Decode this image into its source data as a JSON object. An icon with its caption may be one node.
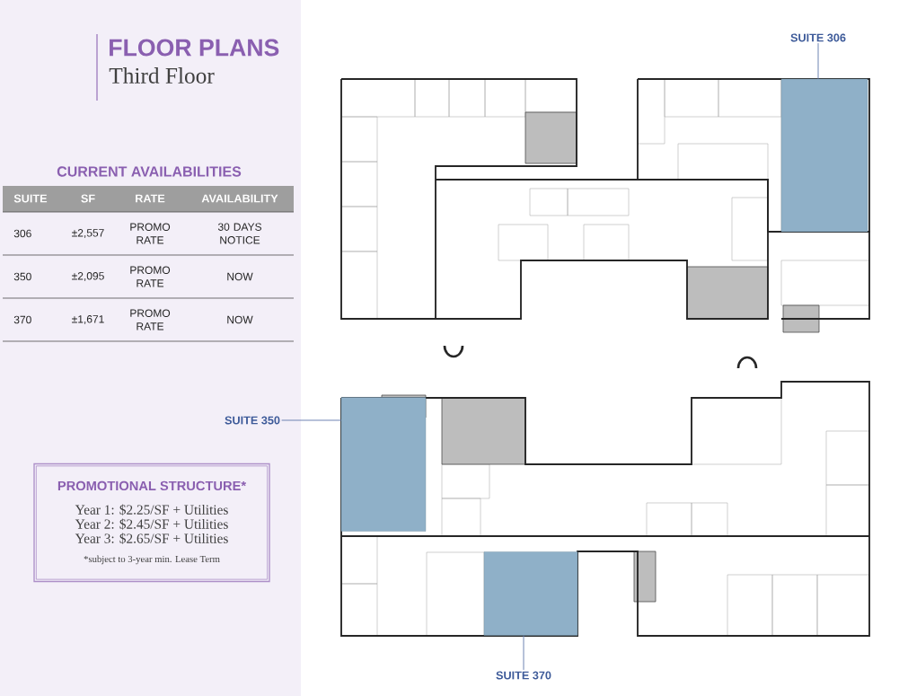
{
  "diagram": {
    "title": "FLOOR PLANS",
    "nodes": [
      {
        "text": [
          "SUITE 306"
        ]
      },
      {
        "text": [],
        "shape": "box"
      },
      {
        "text": [
          "SUITE 350"
        ]
      },
      {
        "text": [],
        "shape": "box"
      },
      {
        "text": [
          "SUITE 370"
        ]
      },
      {
        "text": [],
        "shape": "box"
      },
      {
        "text": [
          "PROMOTIONAL STRUCTURE*",
          "Year 1: $2.25/SF + Utilities",
          "Year 2: $2.45/SF + Utilities",
          "Year 3: $2.65/SF + Utilities",
          "*subject to 3-year min. Lease Term"
        ]
      }
    ],
    "edges": [
      {
        "from": 0,
        "to": 1,
        "arrow": "none"
      },
      {
        "from": 2,
        "to": 3,
        "arrow": "none"
      },
      {
        "from": 4,
        "to": 5,
        "arrow": "none"
      }
    ],
    "labels": [
      "Third Floor",
      "CURRENT AVAILABILITIES",
      "SUITE",
      "SF",
      "RATE",
      "AVAILABILITY",
      "306",
      "±2,557",
      "PROMO RATE",
      "30 DAYS NOTICE",
      "350",
      "±2,095",
      "PROMO RATE",
      "NOW",
      "370",
      "±1,671",
      "PROMO RATE",
      "NOW"
    ]
  }
}
